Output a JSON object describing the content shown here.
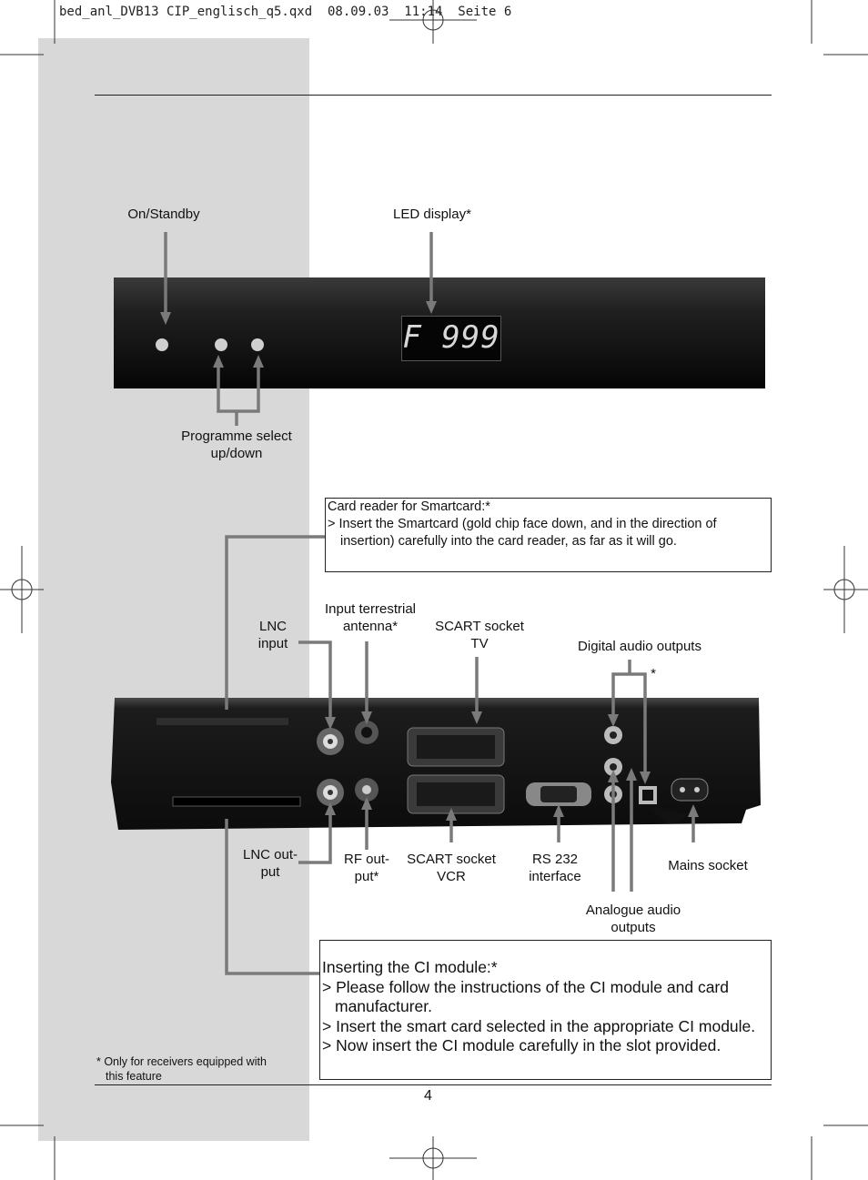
{
  "header": {
    "text": "bed_anl_DVB13 CIP_englisch_q5.qxd  08.09.03  11:14  Seite 6"
  },
  "front_panel": {
    "led_text": "F 999",
    "labels": {
      "on_standby": "On/Standby",
      "led_display": "LED display*",
      "prog_line1": "Programme select",
      "prog_line2": "up/down"
    }
  },
  "card_reader": {
    "title": "Card reader for Smartcard:*",
    "line1": "> Insert the Smartcard (gold chip face down, and in the direction of",
    "line2": "insertion) carefully into the card reader, as far as it will go."
  },
  "rear_panel": {
    "labels": {
      "lnc_input_1": "LNC",
      "lnc_input_2": "input",
      "terr_1": "Input terrestrial",
      "terr_2": "antenna*",
      "scart_tv_1": "SCART socket",
      "scart_tv_2": "TV",
      "digital_audio": "Digital audio outputs",
      "digital_star": "*",
      "lnc_out_1": "LNC out-",
      "lnc_out_2": "put",
      "rf_out_1": "RF out-",
      "rf_out_2": "put*",
      "scart_vcr_1": "SCART socket",
      "scart_vcr_2": "VCR",
      "rs232_1": "RS 232",
      "rs232_2": "interface",
      "mains": "Mains socket",
      "analogue_1": "Analogue audio",
      "analogue_2": "outputs"
    }
  },
  "ci_module": {
    "title": "Inserting the CI module:*",
    "line1": "> Please follow the instructions of the CI module and card",
    "line1b": "manufacturer.",
    "line2": "> Insert the smart card selected in the appropriate CI module.",
    "line3": "> Now insert the CI module carefully in the slot provided."
  },
  "footnote": {
    "line1": "* Only for receivers equipped with",
    "line2": "this feature"
  },
  "page_number": "4"
}
